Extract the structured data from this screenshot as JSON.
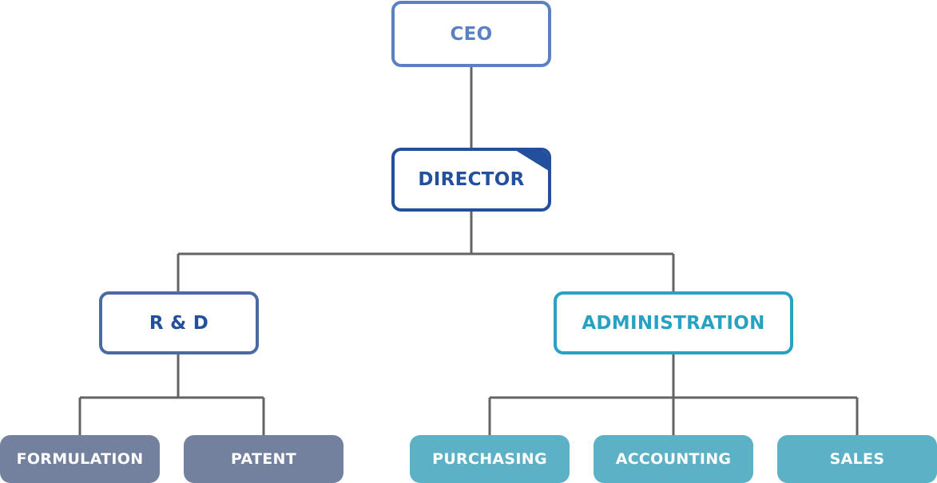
{
  "org_chart": {
    "ceo": {
      "label": "CEO"
    },
    "director": {
      "label": "DIRECTOR"
    },
    "rd": {
      "label": "R & D"
    },
    "administration": {
      "label": "ADMINISTRATION"
    },
    "formulation": {
      "label": "FORMULATION"
    },
    "patent": {
      "label": "PATENT"
    },
    "purchasing": {
      "label": "PURCHASING"
    },
    "accounting": {
      "label": "ACCOUNTING"
    },
    "sales": {
      "label": "SALES"
    }
  },
  "colors": {
    "connector": "#636363",
    "ceo": "#5a82c3",
    "director": "#23509c",
    "rd_border": "#4a6aa3",
    "administration": "#27a2c2",
    "rd_children_fill": "#73819e",
    "admin_children_fill": "#5db1c6"
  }
}
